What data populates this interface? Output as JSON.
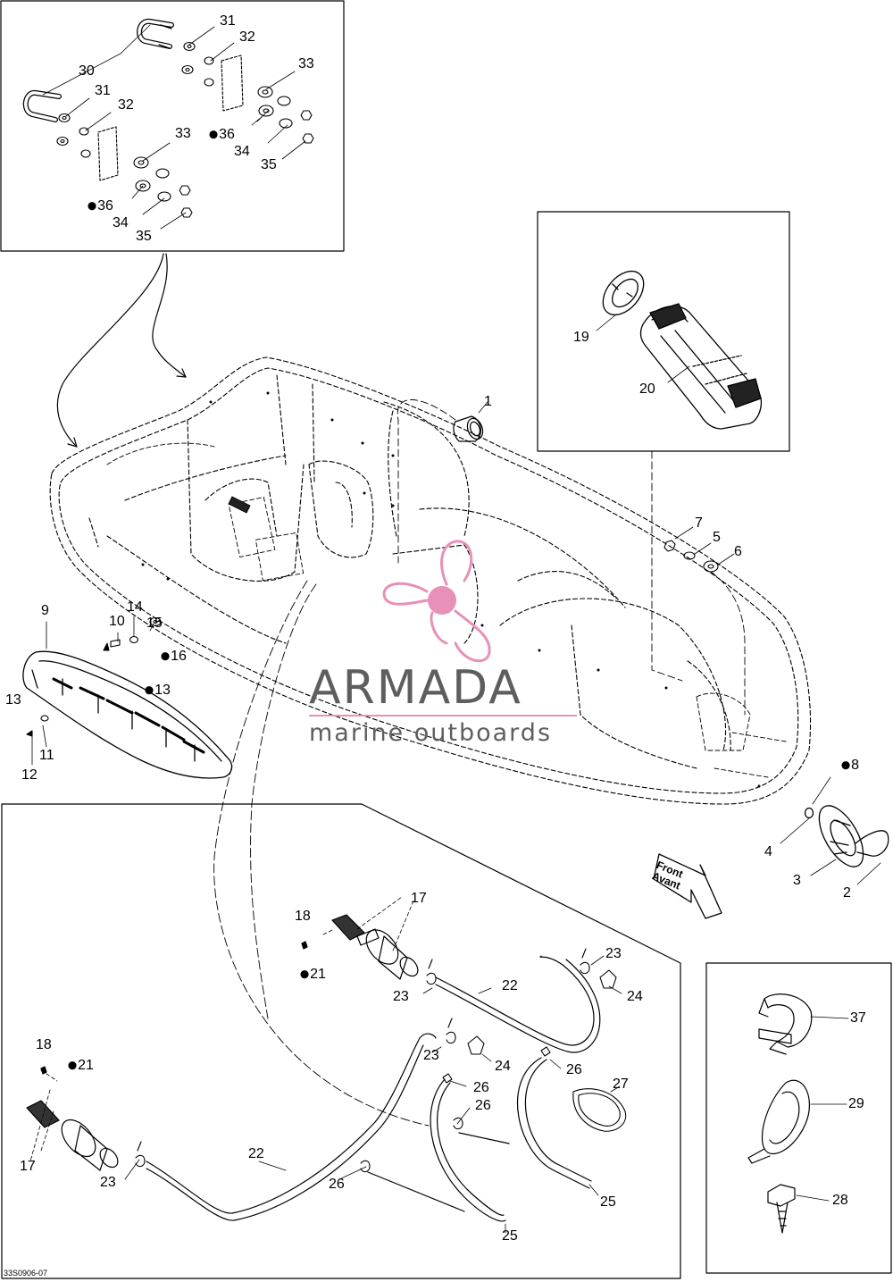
{
  "watermark": {
    "brand": "ARMADA",
    "tagline": "marine outboards",
    "logo_color": "#e890b8"
  },
  "drawing_code": "33S0906-07",
  "front_marker": {
    "line1": "Front",
    "line2": "Avant"
  },
  "callouts": [
    {
      "id": "c30",
      "text": "30"
    },
    {
      "id": "c31a",
      "text": "31"
    },
    {
      "id": "c32a",
      "text": "32"
    },
    {
      "id": "c33a",
      "text": "33"
    },
    {
      "id": "c31b",
      "text": "31"
    },
    {
      "id": "c32b",
      "text": "32"
    },
    {
      "id": "c33b",
      "text": "33"
    },
    {
      "id": "c36a",
      "text": "36",
      "drop": true
    },
    {
      "id": "c34a",
      "text": "34"
    },
    {
      "id": "c35a",
      "text": "35"
    },
    {
      "id": "c36b",
      "text": "36",
      "drop": true
    },
    {
      "id": "c34b",
      "text": "34"
    },
    {
      "id": "c35b",
      "text": "35"
    },
    {
      "id": "c19",
      "text": "19"
    },
    {
      "id": "c20",
      "text": "20"
    },
    {
      "id": "c1",
      "text": "1"
    },
    {
      "id": "c7",
      "text": "7"
    },
    {
      "id": "c5",
      "text": "5"
    },
    {
      "id": "c6",
      "text": "6"
    },
    {
      "id": "c9",
      "text": "9"
    },
    {
      "id": "c10",
      "text": "10"
    },
    {
      "id": "c14",
      "text": "14"
    },
    {
      "id": "c15",
      "text": "15"
    },
    {
      "id": "c16",
      "text": "16",
      "drop": true
    },
    {
      "id": "c13a",
      "text": "13",
      "drop": true
    },
    {
      "id": "c13b",
      "text": "13"
    },
    {
      "id": "c11",
      "text": "11"
    },
    {
      "id": "c12",
      "text": "12"
    },
    {
      "id": "c8",
      "text": "8",
      "drop": true
    },
    {
      "id": "c4",
      "text": "4"
    },
    {
      "id": "c3",
      "text": "3"
    },
    {
      "id": "c2",
      "text": "2"
    },
    {
      "id": "c17a",
      "text": "17"
    },
    {
      "id": "c18a",
      "text": "18"
    },
    {
      "id": "c21a",
      "text": "21",
      "drop": true
    },
    {
      "id": "c23a",
      "text": "23"
    },
    {
      "id": "c22a",
      "text": "22"
    },
    {
      "id": "c23b",
      "text": "23"
    },
    {
      "id": "c24a",
      "text": "24"
    },
    {
      "id": "c18b",
      "text": "18"
    },
    {
      "id": "c21b",
      "text": "21",
      "drop": true
    },
    {
      "id": "c23c",
      "text": "23"
    },
    {
      "id": "c24b",
      "text": "24"
    },
    {
      "id": "c26a",
      "text": "26"
    },
    {
      "id": "c26b",
      "text": "26"
    },
    {
      "id": "c26c",
      "text": "26"
    },
    {
      "id": "c27",
      "text": "27"
    },
    {
      "id": "c17b",
      "text": "17"
    },
    {
      "id": "c23d",
      "text": "23"
    },
    {
      "id": "c22b",
      "text": "22"
    },
    {
      "id": "c26d",
      "text": "26"
    },
    {
      "id": "c25a",
      "text": "25"
    },
    {
      "id": "c25b",
      "text": "25"
    },
    {
      "id": "c37",
      "text": "37"
    },
    {
      "id": "c29",
      "text": "29"
    },
    {
      "id": "c28",
      "text": "28"
    }
  ]
}
